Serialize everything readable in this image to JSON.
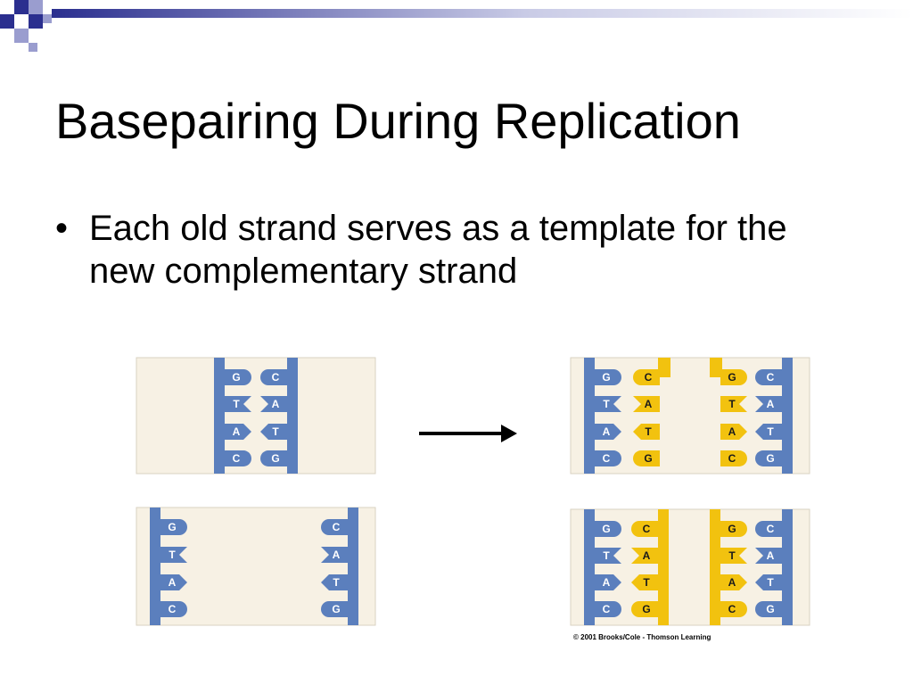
{
  "slide": {
    "title": "Basepairing During Replication",
    "bullet": "Each old strand serves as a template for the new complementary strand"
  },
  "figure": {
    "credit": "© 2001 Brooks/Cole - Thomson Learning",
    "colors": {
      "panel_bg": "#f7f1e4",
      "old_strand": "#5b7fbd",
      "new_strand": "#f2c20f",
      "arrow": "#000000"
    },
    "original_pairs": [
      {
        "left": "G",
        "right": "C"
      },
      {
        "left": "T",
        "right": "A"
      },
      {
        "left": "A",
        "right": "T"
      },
      {
        "left": "C",
        "right": "G"
      }
    ],
    "separated_left": [
      "G",
      "T",
      "A",
      "C"
    ],
    "separated_right": [
      "C",
      "A",
      "T",
      "G"
    ],
    "new_left_pairs": [
      {
        "old": "G",
        "new": "C"
      },
      {
        "old": "T",
        "new": "A"
      },
      {
        "old": "A",
        "new": "T"
      },
      {
        "old": "C",
        "new": "G"
      }
    ],
    "new_right_pairs": [
      {
        "new": "G",
        "old": "C"
      },
      {
        "new": "T",
        "old": "A"
      },
      {
        "new": "A",
        "old": "T"
      },
      {
        "new": "C",
        "old": "G"
      }
    ]
  }
}
